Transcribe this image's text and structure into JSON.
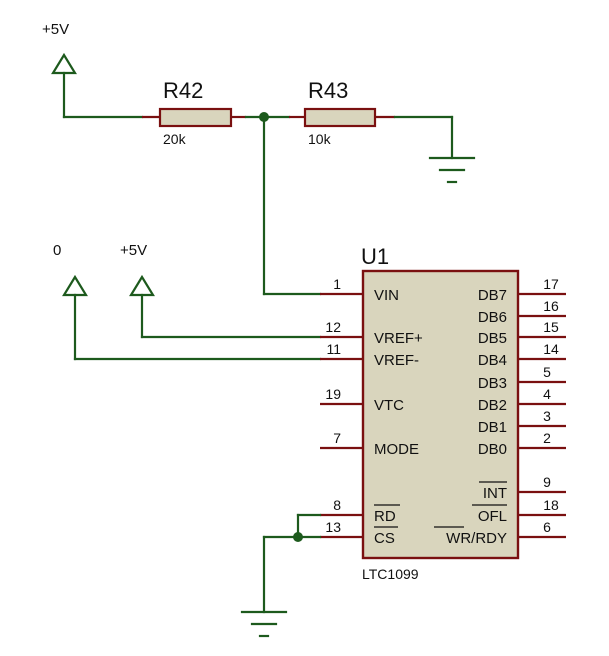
{
  "power": {
    "vcc_top": "+5V",
    "vref_minus": "0",
    "vref_plus": "+5V"
  },
  "resistors": {
    "r1": {
      "ref": "R42",
      "value": "20k"
    },
    "r2": {
      "ref": "R43",
      "value": "10k"
    }
  },
  "chip": {
    "ref": "U1",
    "part": "LTC1099",
    "left_pins": [
      {
        "num": "1",
        "name": "VIN"
      },
      {
        "num": "12",
        "name": "VREF+"
      },
      {
        "num": "11",
        "name": "VREF-"
      },
      {
        "num": "19",
        "name": "VTC"
      },
      {
        "num": "7",
        "name": "MODE"
      },
      {
        "num": "8",
        "name": "RD"
      },
      {
        "num": "13",
        "name": "CS"
      }
    ],
    "right_pins": [
      {
        "num": "17",
        "name": "DB7"
      },
      {
        "num": "16",
        "name": "DB6"
      },
      {
        "num": "15",
        "name": "DB5"
      },
      {
        "num": "14",
        "name": "DB4"
      },
      {
        "num": "5",
        "name": "DB3"
      },
      {
        "num": "4",
        "name": "DB2"
      },
      {
        "num": "3",
        "name": "DB1"
      },
      {
        "num": "2",
        "name": "DB0"
      },
      {
        "num": "9",
        "name": "INT"
      },
      {
        "num": "18",
        "name": "OFL"
      },
      {
        "num": "6",
        "name": "WR/RDY"
      }
    ]
  },
  "colors": {
    "wire": "#1d5a1d",
    "pin": "#7a1010",
    "body": "#d9d5bd"
  }
}
